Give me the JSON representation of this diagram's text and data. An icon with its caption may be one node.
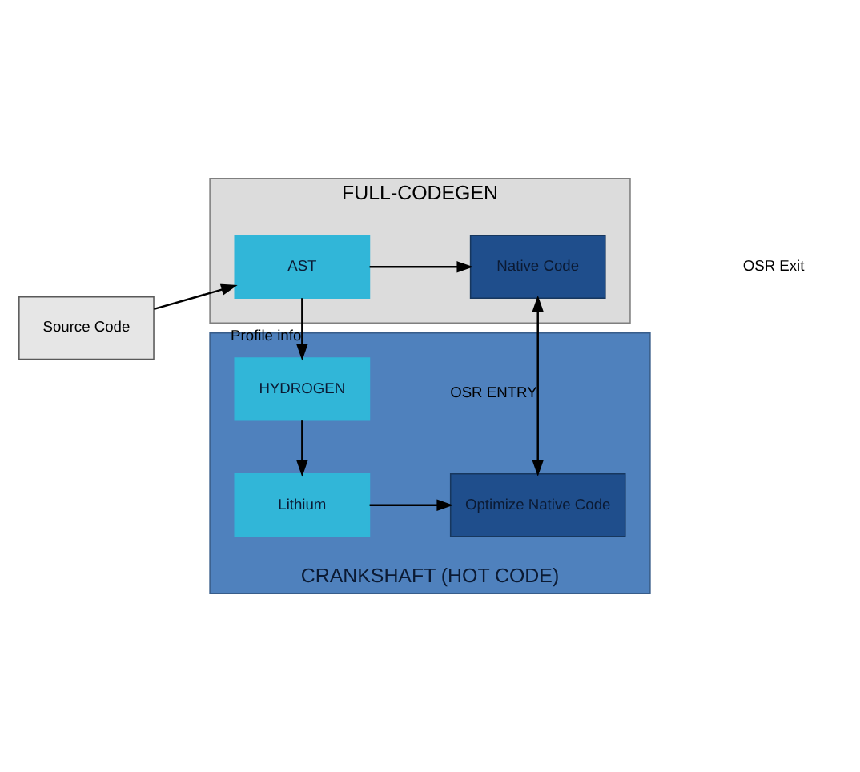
{
  "diagram": {
    "nodes": [
      {
        "text": [
          "FULL-CODEGEN"
        ]
      },
      {
        "text": [
          "Source Code"
        ]
      },
      {
        "text": [
          "AST"
        ],
        "in": 0
      },
      {
        "text": [
          "Native Code"
        ],
        "in": 0
      },
      {
        "text": [
          "CRANKSHAFT (HOT CODE)"
        ]
      },
      {
        "text": [
          "HYDROGEN"
        ],
        "in": 4
      },
      {
        "text": [
          "Lithium"
        ],
        "in": 4
      },
      {
        "text": [
          "Optimize Native Code"
        ],
        "in": 4
      }
    ],
    "edges": [
      {
        "from": 1,
        "to": 2,
        "arrow": "to"
      },
      {
        "from": 2,
        "to": 3,
        "arrow": "to"
      },
      {
        "from": 2,
        "to": 5,
        "arrow": "to",
        "label": "Profile info"
      },
      {
        "from": 5,
        "to": 6,
        "arrow": "to"
      },
      {
        "from": 6,
        "to": 7,
        "arrow": "to"
      },
      {
        "from": 3,
        "to": 7,
        "arrow": "both",
        "label": "OSR ENTRY"
      }
    ],
    "labels": [
      "OSR Exit"
    ]
  }
}
